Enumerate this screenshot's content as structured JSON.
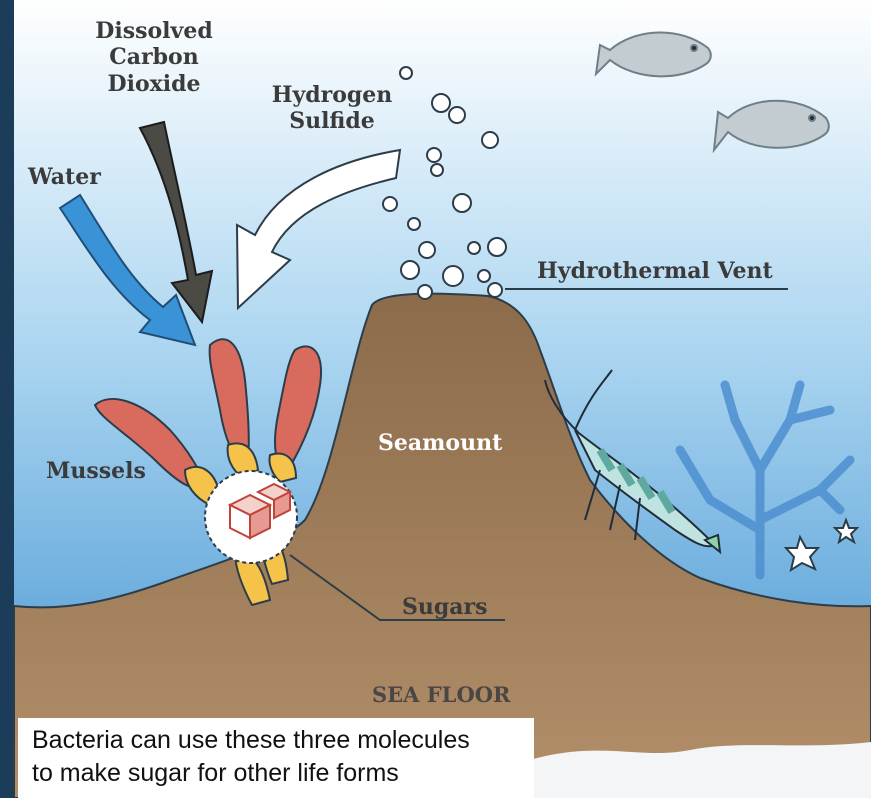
{
  "labels": {
    "dissolved_co2": [
      "Dissolved",
      "Carbon",
      "Dioxide"
    ],
    "water": "Water",
    "hydrogen_sulfide": [
      "Hydrogen",
      "Sulfide"
    ],
    "hydrothermal_vent": "Hydrothermal Vent",
    "mussels": "Mussels",
    "seamount": "Seamount",
    "sugars": "Sugars",
    "sea_floor": "SEA FLOOR"
  },
  "caption": [
    "Bacteria can use these three molecules",
    "to make sugar for other life forms"
  ],
  "colors": {
    "water_top": "#ffffff",
    "water_bottom": "#3d8fcf",
    "seamount": "#8b6a4a",
    "sea_floor": "#a7845f",
    "water_arrow": "#3a93d6",
    "co2_arrow": "#4c4a45",
    "sulfide_arrow": "#ffffff",
    "mussel_shell": "#d96a5e",
    "mussel_foot": "#f6c34a",
    "coral": "#4d8fd0",
    "shrimp_body": "#a8d8d8",
    "fish": "#b8c2c8"
  },
  "icons": [
    "fish-icon",
    "shrimp-icon",
    "coral-icon",
    "mussel-icon",
    "sugar-cube-icon",
    "bubble-icon",
    "arrow-icon"
  ]
}
